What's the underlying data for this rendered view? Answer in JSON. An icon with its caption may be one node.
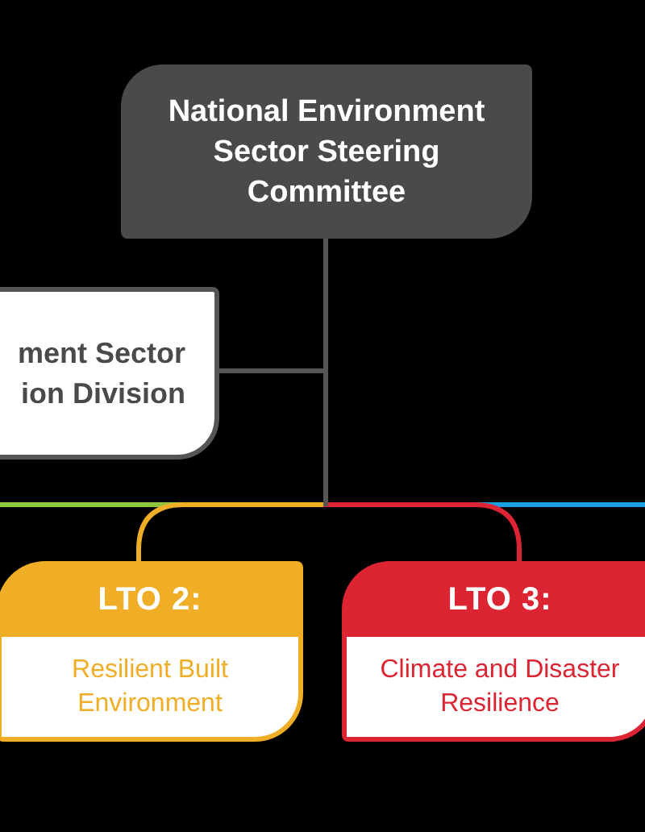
{
  "diagram": {
    "nodes": [
      {
        "text": [
          "National Environment Sector Steering Committee"
        ]
      },
      {
        "text": [
          "ment Sector ion Division"
        ]
      },
      {
        "text": [
          "LTO 2:",
          "Resilient Built Environment"
        ]
      },
      {
        "text": [
          "LTO 3:",
          "Climate and Disaster Resilience"
        ]
      }
    ],
    "edges": [
      {
        "from": 0,
        "to": 1,
        "arrow": "none"
      },
      {
        "from": 0,
        "to": null,
        "arrow": "none",
        "color": "#8dc63f"
      },
      {
        "from": 0,
        "to": null,
        "arrow": "none",
        "color": "#1ba1e2"
      },
      {
        "from": 0,
        "to": 2,
        "arrow": "none",
        "color": "#f0ad26"
      },
      {
        "from": 0,
        "to": 3,
        "arrow": "none",
        "color": "#dc2433"
      }
    ]
  }
}
